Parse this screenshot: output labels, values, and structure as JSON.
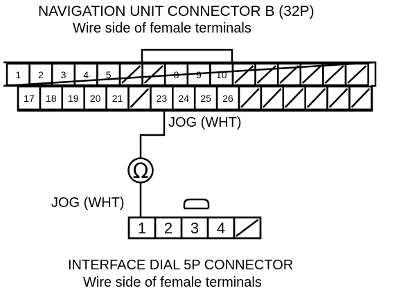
{
  "header": {
    "title": "NAVIGATION UNIT CONNECTOR B (32P)",
    "subtitle": "Wire side of female terminals"
  },
  "connector_b": {
    "top_row": [
      "1",
      "2",
      "3",
      "4",
      "5",
      "",
      "",
      "8",
      "9",
      "10",
      "",
      "",
      "",
      "",
      "",
      ""
    ],
    "bottom_row": [
      "17",
      "18",
      "19",
      "20",
      "21",
      "",
      "23",
      "24",
      "25",
      "26",
      "",
      "",
      "",
      "",
      "",
      ""
    ]
  },
  "wires": {
    "upper_label": "JOG (WHT)",
    "lower_label": "JOG (WHT)"
  },
  "meter": {
    "symbol": "Ω",
    "icon": "ohmmeter-icon"
  },
  "dial_connector": {
    "pins": [
      "1",
      "2",
      "3",
      "4",
      ""
    ],
    "caption": "INTERFACE DIAL 5P CONNECTOR",
    "subcaption": "Wire side of female terminals"
  }
}
